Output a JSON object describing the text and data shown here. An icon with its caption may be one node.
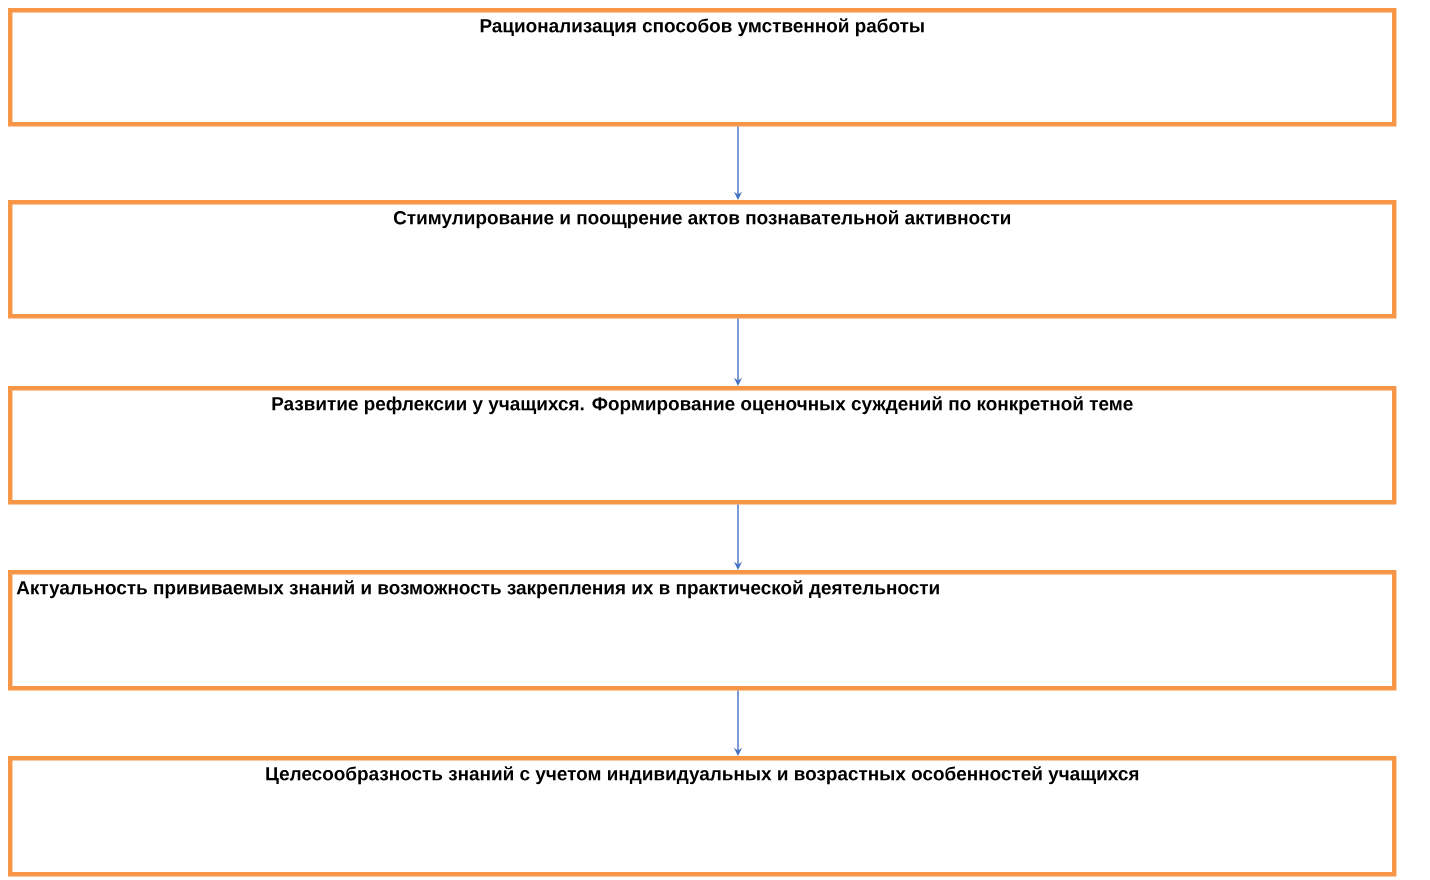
{
  "diagram": {
    "nodes": [
      {
        "text": [
          "Рационализация способов умственной работы"
        ]
      },
      {
        "text": [
          "Стимулирование и поощрение актов познавательной активности"
        ]
      },
      {
        "text": [
          "Развитие рефлексии у учащихся. Формирование оценочных суждений по конкретной теме"
        ]
      },
      {
        "text": [
          "Актуальность прививаемых знаний и возможность закрепления их в практической деятельности"
        ]
      },
      {
        "text": [
          "Целесообразность знаний с учетом индивидуальных и возрастных особенностей учащихся"
        ]
      }
    ],
    "edges": [
      {
        "from": 0,
        "to": 1,
        "arrow": "to"
      },
      {
        "from": 1,
        "to": 2,
        "arrow": "to"
      },
      {
        "from": 2,
        "to": 3,
        "arrow": "to"
      },
      {
        "from": 3,
        "to": 4,
        "arrow": "to"
      }
    ]
  }
}
